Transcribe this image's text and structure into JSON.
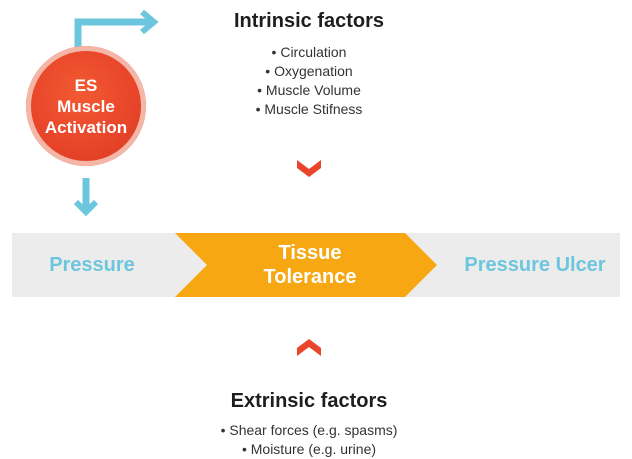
{
  "intrinsic": {
    "title": "Intrinsic factors",
    "items": [
      "Circulation",
      "Oxygenation",
      "Muscle Volume",
      "Muscle Stifness"
    ]
  },
  "badge": {
    "label": "ES\nMuscle\nActivation"
  },
  "flow": {
    "left": "Pressure",
    "center": "Tissue\nTolerance",
    "right": "Pressure Ulcer"
  },
  "extrinsic": {
    "title": "Extrinsic factors",
    "items": [
      "Shear forces (e.g. spasms)",
      "Moisture (e.g. urine)"
    ]
  },
  "colors": {
    "accent_blue": "#6cc6dd",
    "accent_red": "#e8452a",
    "accent_orange": "#f7a712",
    "band_gray": "#ececec"
  }
}
